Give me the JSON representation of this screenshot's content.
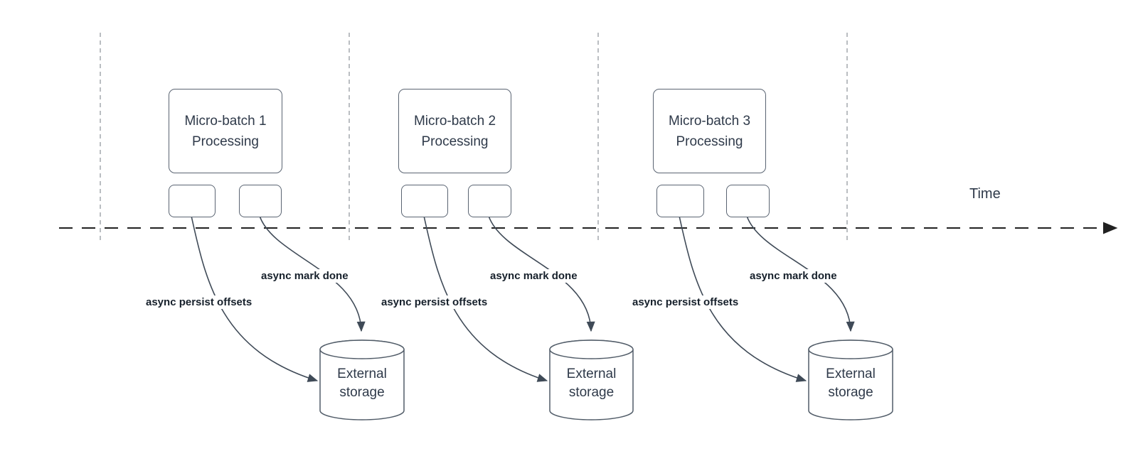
{
  "colors": {
    "background": "#ffffff",
    "shape_stroke": "#5a6472",
    "connector_stroke": "#3f4a57",
    "timeline_stroke": "#212121",
    "guide_stroke": "#a9adb2",
    "shape_text": "#2f3a4a",
    "connector_label_text": "#16202b"
  },
  "timeline": {
    "label": "Time"
  },
  "groups": [
    {
      "process_label": "Micro-batch 1 Processing",
      "persist_label": "async persist offsets",
      "done_label": "async mark done",
      "storage_label": "External storage"
    },
    {
      "process_label": "Micro-batch 2 Processing",
      "persist_label": "async persist offsets",
      "done_label": "async mark done",
      "storage_label": "External storage"
    },
    {
      "process_label": "Micro-batch 3 Processing",
      "persist_label": "async persist offsets",
      "done_label": "async mark done",
      "storage_label": "External storage"
    }
  ]
}
